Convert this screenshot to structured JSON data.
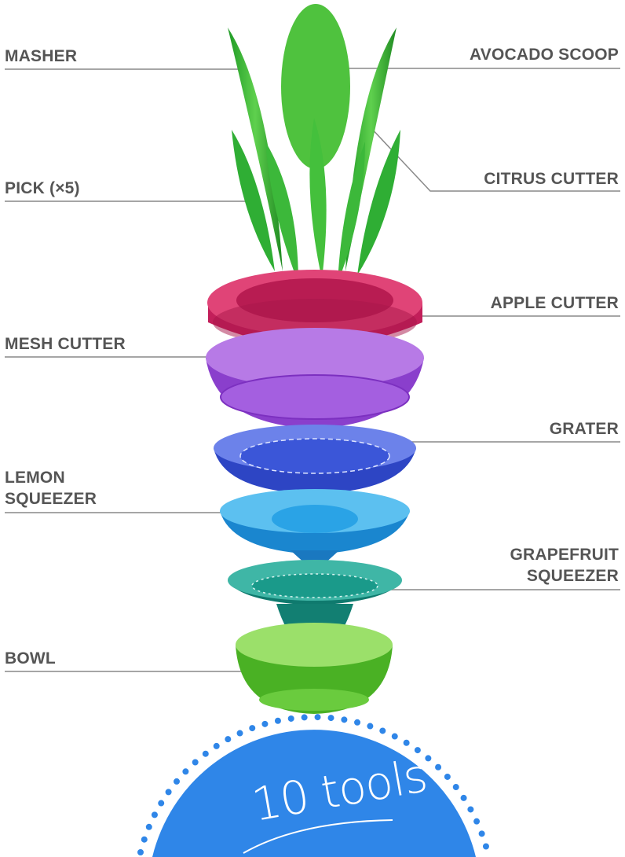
{
  "labels": {
    "masher": "MASHER",
    "pick": "PICK (×5)",
    "mesh_cutter": "MESH CUTTER",
    "lemon_squeezer_1": "LEMON",
    "lemon_squeezer_2": "SQUEEZER",
    "bowl": "BOWL",
    "avocado_scoop": "AVOCADO SCOOP",
    "citrus_cutter": "CITRUS CUTTER",
    "apple_cutter": "APPLE CUTTER",
    "grater": "GRATER",
    "grapefruit_squeezer_1": "GRAPEFRUIT",
    "grapefruit_squeezer_2": "SQUEEZER"
  },
  "badge": {
    "text": "10 tools"
  },
  "colors": {
    "leaf_green": "#3cb83a",
    "apple_cutter": "#d6336a",
    "mesh_cutter": "#9b4fd6",
    "grater": "#3b56d8",
    "lemon_squeezer": "#2aa3e6",
    "grapefruit_squeezer": "#1a9a8a",
    "bowl": "#5dc233",
    "badge_blue": "#2f86e8",
    "label_gray": "#555555"
  }
}
